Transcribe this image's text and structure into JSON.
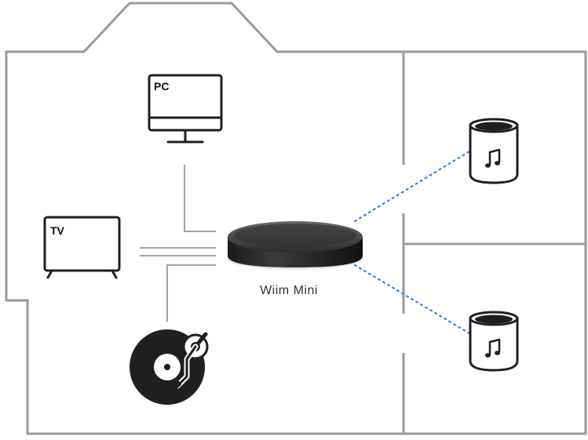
{
  "devices": {
    "pc": {
      "label": "PC",
      "icon": "monitor-icon"
    },
    "tv": {
      "label": "TV",
      "icon": "tv-icon"
    },
    "turntable": {
      "icon": "turntable-icon"
    },
    "hub": {
      "label": "Wiim Mini",
      "icon": "streamer-puck-icon"
    },
    "speaker_top": {
      "icon": "speaker-music-note-icon"
    },
    "speaker_bottom": {
      "icon": "speaker-music-note-icon"
    }
  },
  "colors": {
    "walls": "#9a9a9a",
    "wired": "#a3a3a3",
    "wireless": "#3a86d6",
    "device": "#1f1f1f"
  }
}
